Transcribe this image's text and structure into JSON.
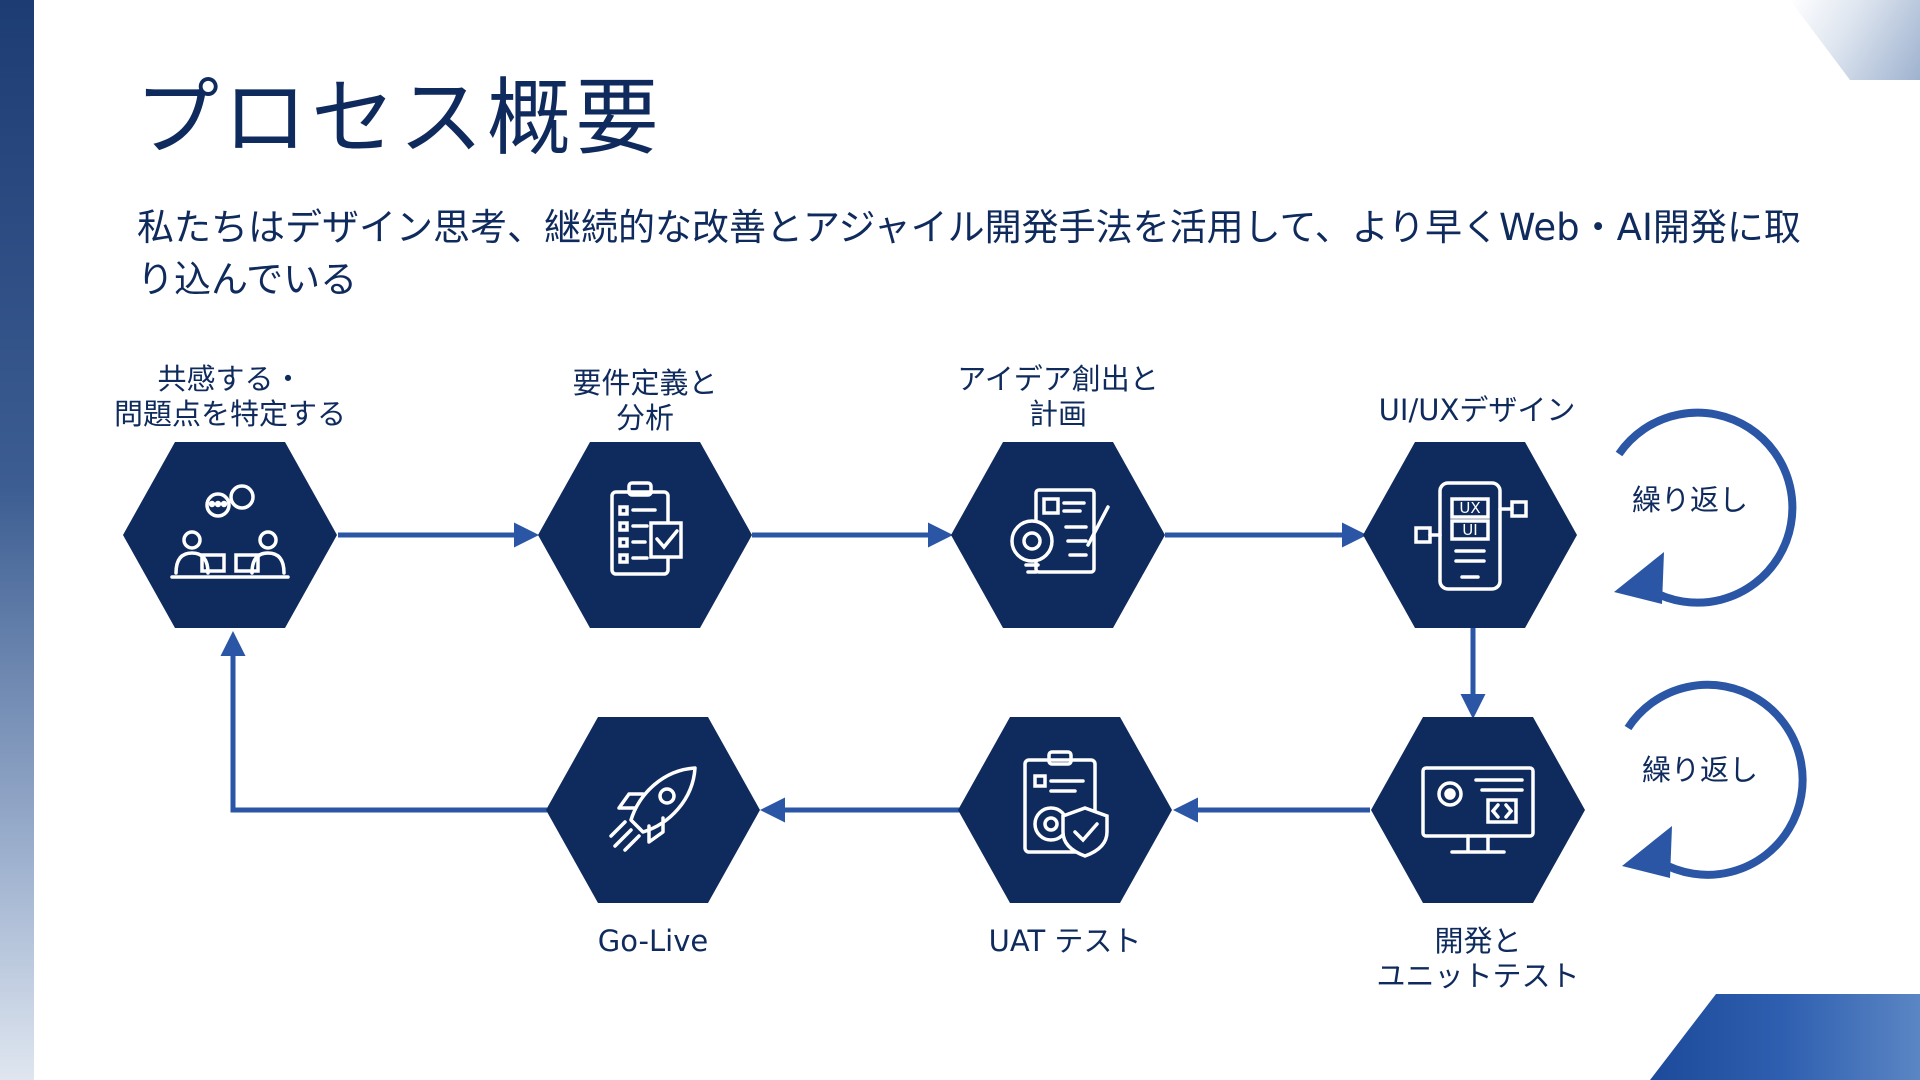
{
  "title": "プロセス概要",
  "subtitle": "私たちはデザイン思考、継続的な改善とアジャイル開発手法を活用して、より早くWeb・AI開発に取り込んでいる",
  "steps": [
    {
      "line1": "共感する・",
      "line2": "問題点を特定する",
      "icon": "meeting-icon"
    },
    {
      "line1": "要件定義と",
      "line2": "分析",
      "icon": "checklist-icon"
    },
    {
      "line1": "アイデア創出と",
      "line2": "計画",
      "icon": "idea-plan-icon"
    },
    {
      "line1": "UI/UXデザイン",
      "line2": "",
      "icon": "ui-ux-tablet-icon"
    },
    {
      "line1": "開発と",
      "line2": "ユニットテスト",
      "icon": "monitor-code-icon"
    },
    {
      "line1": "UAT テスト",
      "line2": "",
      "icon": "clipboard-gear-shield-icon"
    },
    {
      "line1": "Go-Live",
      "line2": "",
      "icon": "rocket-icon"
    }
  ],
  "repeat_labels": [
    "繰り返し",
    "繰り返し"
  ],
  "colors": {
    "hexagon": "#0f2a5c",
    "arrow": "#2a56a5",
    "title": "#0f2a5c"
  }
}
